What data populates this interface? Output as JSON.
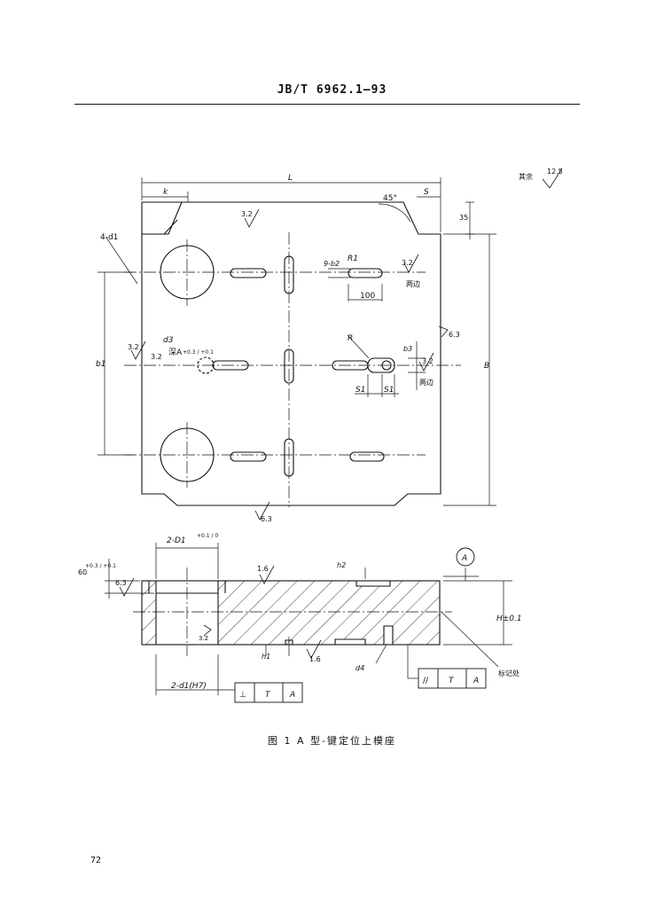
{
  "header": {
    "standard_no": "JB/T 6962.1—93"
  },
  "page_number": "72",
  "figure": {
    "caption": "图 1   A 型-键定位上模座"
  },
  "drawing": {
    "top_view": {
      "dim_L": "L",
      "dim_k": "k",
      "dim_B": "B",
      "dim_b1": "b1",
      "dim_S": "S",
      "angle": "45°",
      "dim_35": "35",
      "hole_label": "4-d1",
      "d3_label": "d3",
      "depth_label": "深A",
      "depth_tol": "+0.3 / +0.1",
      "r1_label": "R1",
      "r_label": "R",
      "b2_label": "9-b2",
      "b3_label": "b3",
      "dim_100": "100",
      "s1_left": "S1",
      "s1_right": "S1",
      "two_sides_1": "两边",
      "two_sides_2": "两边",
      "other_rough": "其余",
      "rough_125": "12.5",
      "rough_32_top": "3.2",
      "rough_32_slot": "3.2",
      "rough_32_left": "3.2",
      "rough_32_side": "3.2",
      "rough_32_hole": "3.2",
      "rough_63_right": "6.3",
      "rough_63_bottom": "6.3"
    },
    "section_view": {
      "d2_label": "2-D1",
      "d2_tol": "+0.1 / 0",
      "depth_label": "60",
      "depth_tol": "+0.3 / +0.1",
      "rough_63": "6.3",
      "rough_16_top": "1.6",
      "rough_16_bottom": "1.6",
      "rough_32_inner": "3.2",
      "h_dim": "H±0.1",
      "h1_label": "h1",
      "h2_label": "h2",
      "d4_label": "d4",
      "d1_h7": "2-d1(H7)",
      "datum": "A",
      "mark_label": "标记处",
      "fcf_perp": {
        "symbol": "⊥",
        "tol": "T",
        "datum": "A"
      },
      "fcf_par": {
        "symbol": "//",
        "tol": "T",
        "datum": "A"
      }
    }
  },
  "colors": {
    "ink": "#111111",
    "paper": "#ffffff"
  }
}
